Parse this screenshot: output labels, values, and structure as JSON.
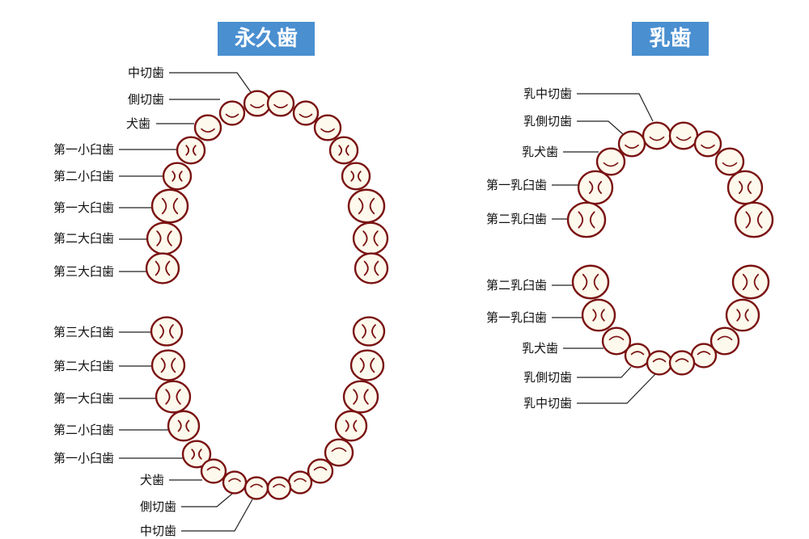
{
  "titles": {
    "permanent": "永久歯",
    "primary": "乳歯"
  },
  "colors": {
    "title_bg": "#4a8fd0",
    "tooth_fill": "#fdf9ec",
    "tooth_outline": "#7a1212",
    "leader": "#222222"
  },
  "permanent": {
    "upper_labels": [
      "中切歯",
      "側切歯",
      "犬歯",
      "第一小臼歯",
      "第二小臼歯",
      "第一大臼歯",
      "第二大臼歯",
      "第三大臼歯"
    ],
    "lower_labels": [
      "第三大臼歯",
      "第二大臼歯",
      "第一大臼歯",
      "第二小臼歯",
      "第一小臼歯",
      "犬歯",
      "側切歯",
      "中切歯"
    ]
  },
  "primary": {
    "upper_labels": [
      "乳中切歯",
      "乳側切歯",
      "乳犬歯",
      "第一乳臼歯",
      "第二乳臼歯"
    ],
    "lower_labels": [
      "第二乳臼歯",
      "第一乳臼歯",
      "乳犬歯",
      "乳側切歯",
      "乳中切歯"
    ]
  }
}
